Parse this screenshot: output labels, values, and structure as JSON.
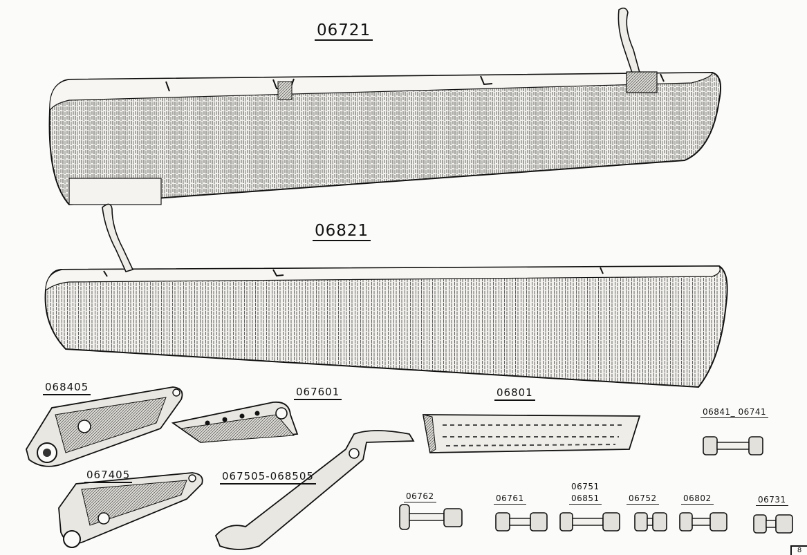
{
  "labels": {
    "p06721": "06721",
    "p06821": "06821",
    "p068405": "068405",
    "p067601": "067601",
    "p06801": "06801",
    "p06841_06741": "06841_ 06741",
    "p067405": "067405",
    "p067505_068505": "067505-068505",
    "p06762": "06762",
    "p06761": "06761",
    "p06751": "06751",
    "p06851": "06851",
    "p06752": "06752",
    "p06802": "06802",
    "p06731": "06731"
  },
  "page_marker": "8",
  "colors": {
    "ink": "#111111",
    "paper": "#fbfbf9",
    "panel": "#f1f0ec"
  }
}
